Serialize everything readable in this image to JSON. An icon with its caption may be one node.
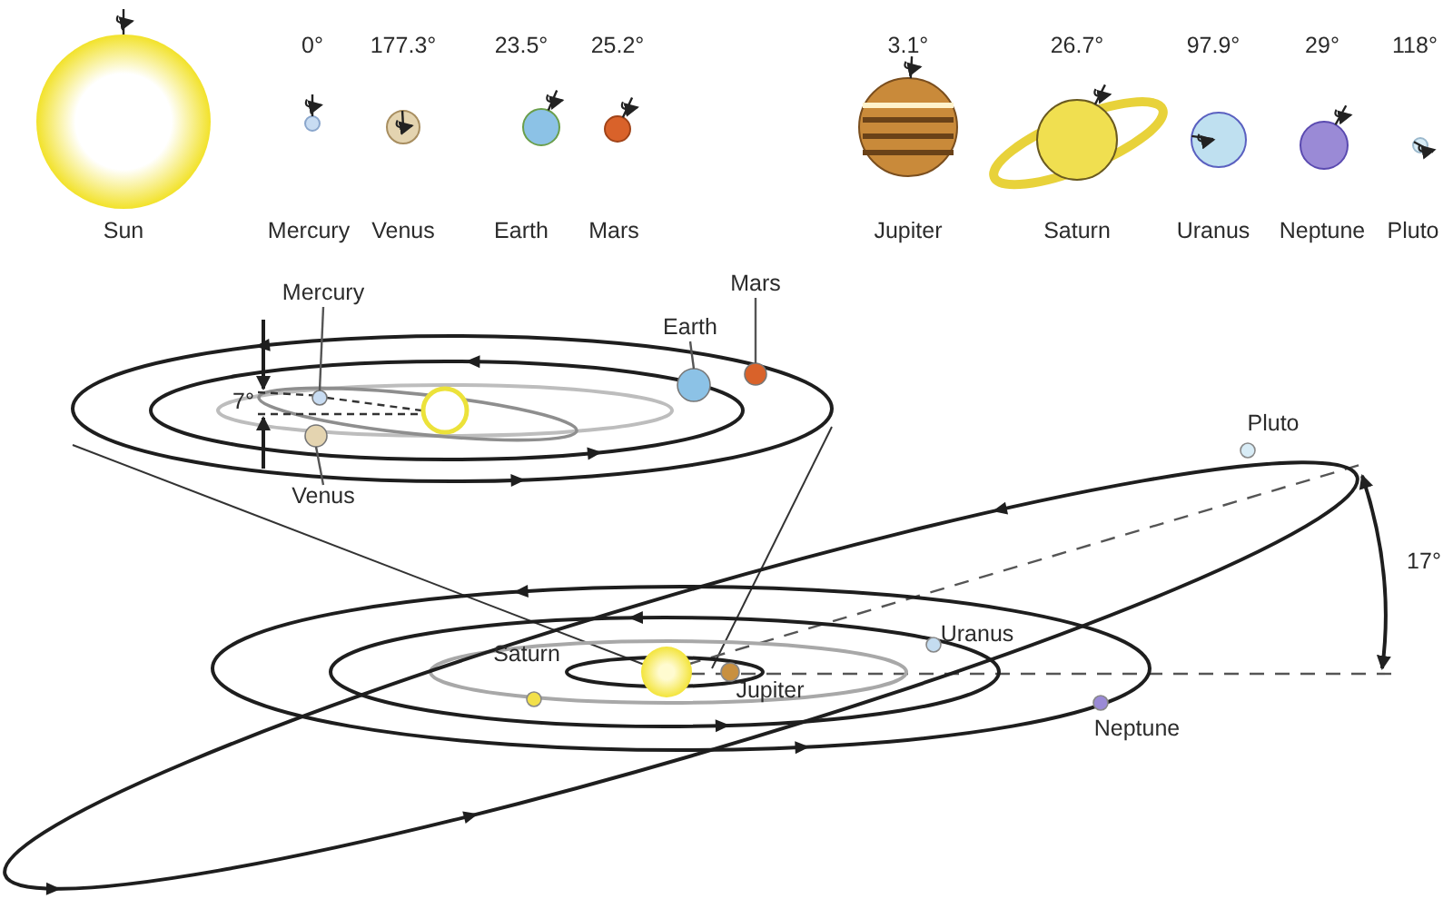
{
  "diagram": {
    "nodes": [
      {
        "text": [
          "Mercury"
        ]
      },
      {
        "text": [],
        "shape": "circle"
      },
      {
        "text": [
          "Venus"
        ]
      },
      {
        "text": [],
        "shape": "circle"
      },
      {
        "text": [
          "Earth"
        ]
      },
      {
        "text": [],
        "shape": "circle"
      },
      {
        "text": [
          "Mars"
        ]
      },
      {
        "text": [],
        "shape": "circle"
      }
    ],
    "edges": [
      {
        "from": 0,
        "to": 1,
        "arrow": "none"
      },
      {
        "from": 2,
        "to": 3,
        "arrow": "none"
      },
      {
        "from": 4,
        "to": 5,
        "arrow": "none"
      },
      {
        "from": 6,
        "to": 7,
        "arrow": "none"
      }
    ],
    "labels": [
      "0°",
      "177.3°",
      "23.5°",
      "25.2°",
      "3.1°",
      "26.7°",
      "97.9°",
      "29°",
      "118°",
      "Sun",
      "Mercury",
      "Venus",
      "Earth",
      "Mars",
      "Jupiter",
      "Saturn",
      "Uranus",
      "Neptune",
      "Pluto",
      "7°",
      "Pluto",
      "17°",
      "Uranus",
      "Saturn",
      "Jupiter",
      "Neptune"
    ]
  }
}
